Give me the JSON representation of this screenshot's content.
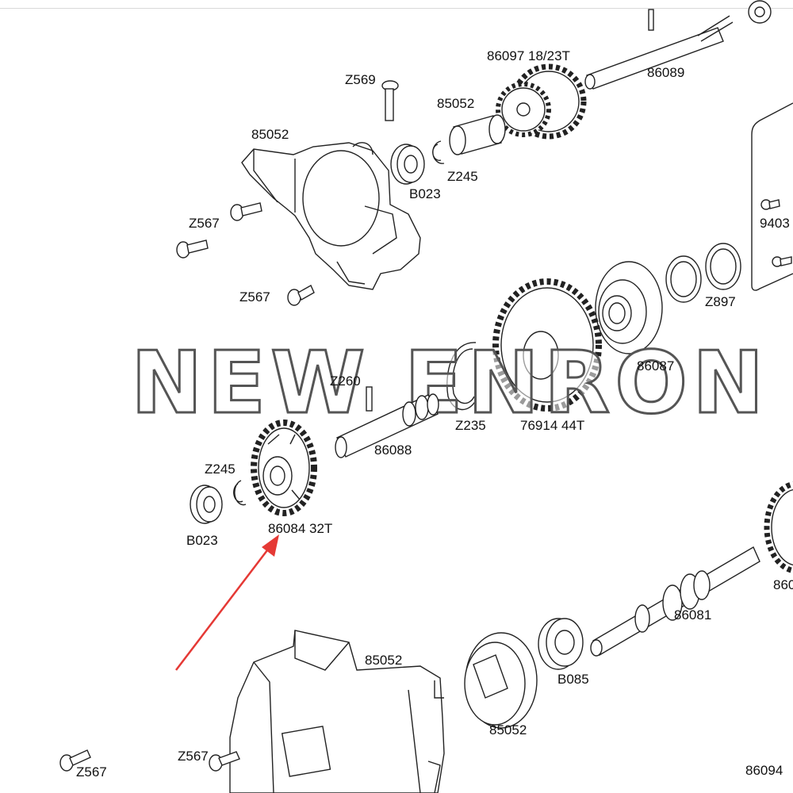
{
  "watermark": "NEW ENRON",
  "labels": {
    "p86097": "86097 18/23T",
    "p86089": "86089",
    "z569": "Z569",
    "p85052_top": "85052",
    "p85052_spacer": "85052",
    "z245_top": "Z245",
    "b023_top": "B023",
    "z567_a": "Z567",
    "z567_b": "Z567",
    "p9403": "9403",
    "z897": "Z897",
    "p86087": "86087",
    "z260": "Z260",
    "z235": "Z235",
    "p76914": "76914 44T",
    "p86088": "86088",
    "z245_mid": "Z245",
    "b023_mid": "B023",
    "p86084": "86084 32T",
    "p86081": "86081",
    "p8600": "860",
    "p85052_bottom": "85052",
    "b085": "B085",
    "p85052_hub": "85052",
    "z567_c": "Z567",
    "z567_d": "Z567",
    "p86094": "86094"
  },
  "colors": {
    "arrow": "#e53935",
    "line": "#222222"
  }
}
